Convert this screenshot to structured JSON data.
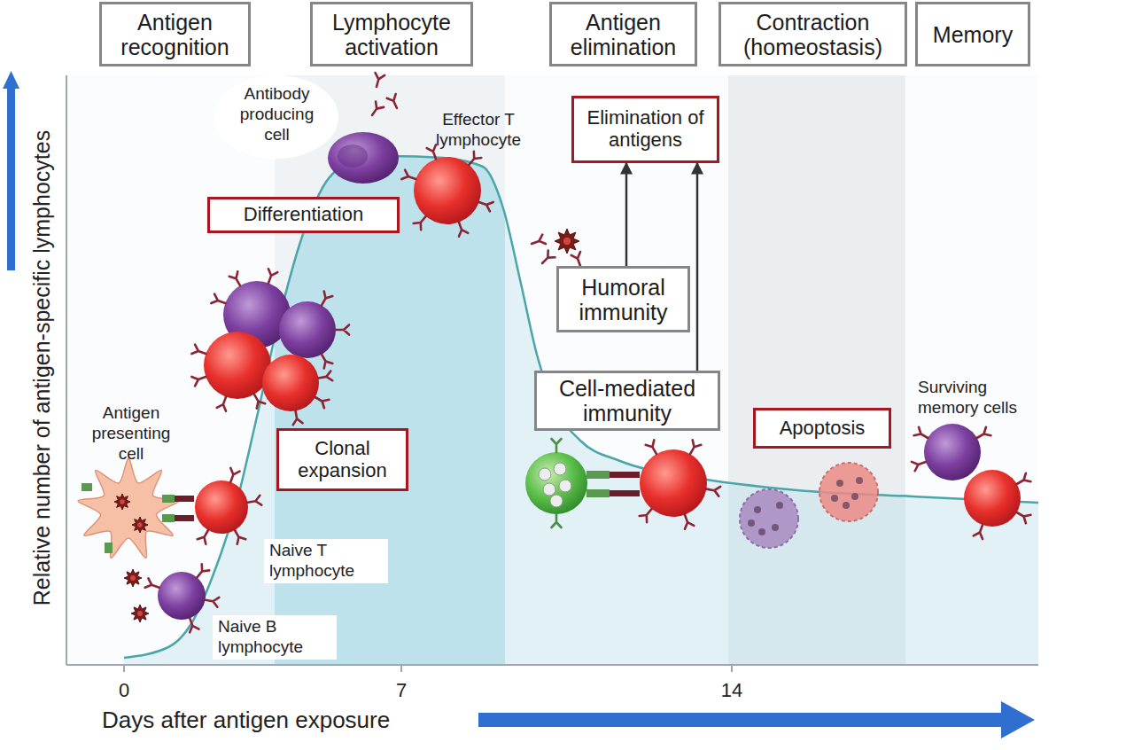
{
  "diagram": {
    "nodes": [
      {
        "text": [
          "Antigen recognition"
        ]
      },
      {
        "text": [
          "Lymphocyte activation"
        ]
      },
      {
        "text": [
          "Antigen elimination"
        ]
      },
      {
        "text": [
          "Contraction (homeostasis)"
        ]
      },
      {
        "text": [
          "Memory"
        ]
      },
      {
        "text": [
          "Elimination of antigens"
        ]
      },
      {
        "text": [
          "Differentiation"
        ]
      },
      {
        "text": [
          "Humoral immunity"
        ]
      },
      {
        "text": [
          "Cell-mediated immunity"
        ]
      },
      {
        "text": [
          "Apoptosis"
        ]
      },
      {
        "text": [
          "Clonal expansion"
        ]
      }
    ],
    "edges": [
      {
        "from": 7,
        "to": 5,
        "arrow": "to"
      },
      {
        "from": 8,
        "to": 5,
        "arrow": "to"
      }
    ],
    "labels": [
      "Antibody producing cell",
      "Effector T lymphocyte",
      "Antigen presenting cell",
      "Naive T lymphocyte",
      "Naive B lymphocyte",
      "Surviving memory cells",
      "Relative number of antigen-specific lymphocytes",
      "0",
      "7",
      "14",
      "Days after antigen exposure"
    ]
  }
}
